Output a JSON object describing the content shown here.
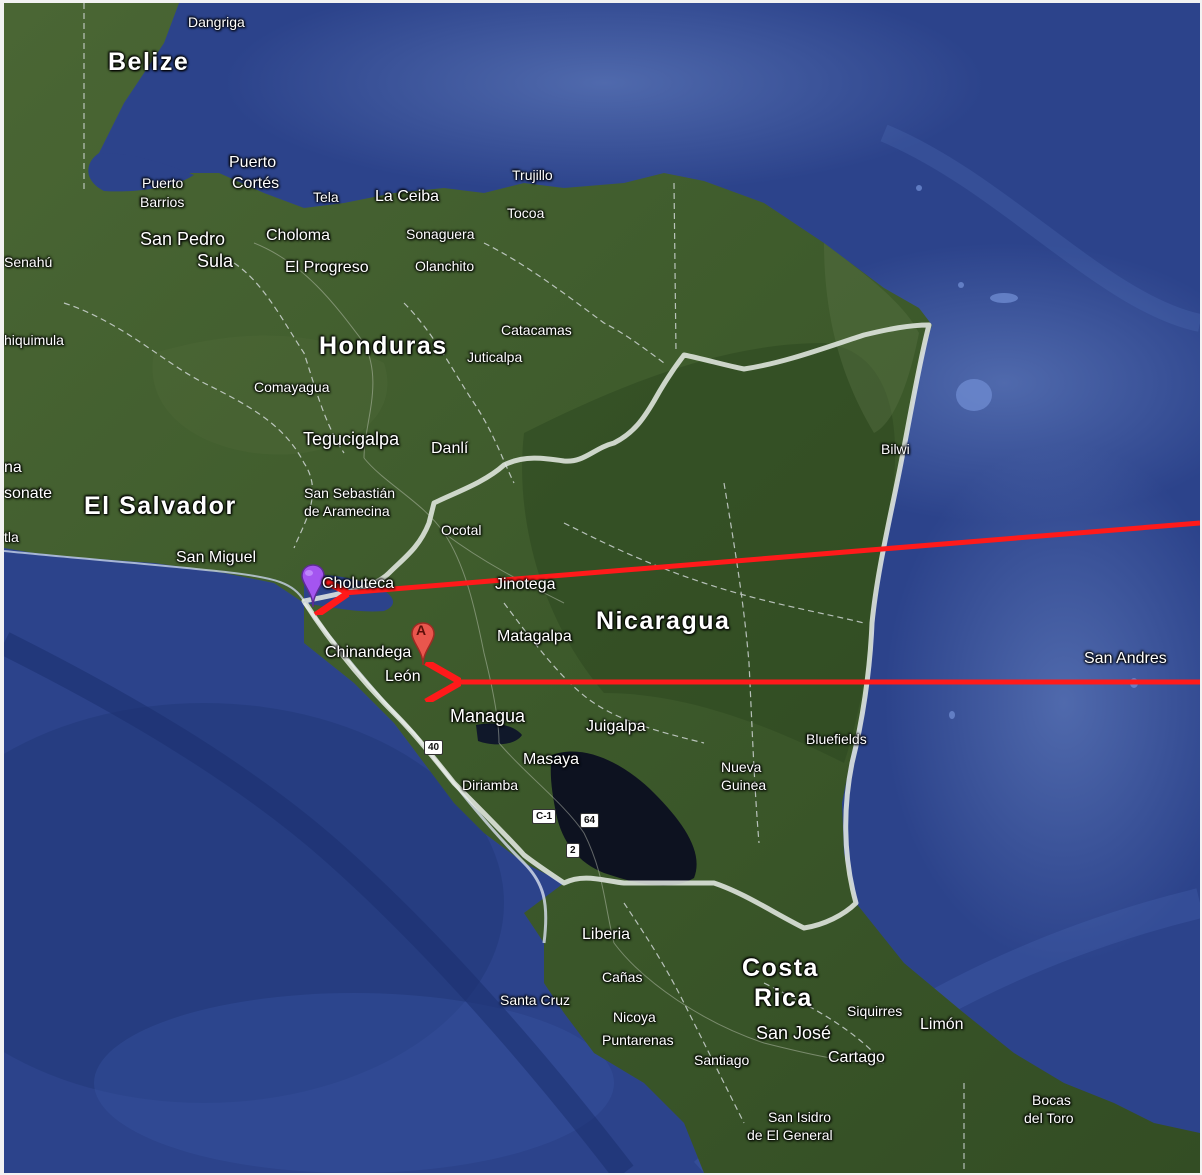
{
  "colors": {
    "ocean_deep": "#2a3f86",
    "ocean_shallow": "#4a67b2",
    "land": "#3e5a2c",
    "land_dark": "#2c431f",
    "lake": "#0d1220",
    "arrow": "#ff1a1a",
    "marker_purple": "#a455f0",
    "marker_red": "#e9564d"
  },
  "countries": {
    "belize": "Belize",
    "honduras": "Honduras",
    "el_salvador": "El Salvador",
    "nicaragua": "Nicaragua",
    "costa_rica_1": "Costa",
    "costa_rica_2": "Rica"
  },
  "cities": {
    "dangriga": "Dangriga",
    "puerto_cortes_1": "Puerto",
    "puerto_cortes_2": "Cortés",
    "puerto_barrios_1": "Puerto",
    "puerto_barrios_2": "Barrios",
    "tela": "Tela",
    "la_ceiba": "La Ceiba",
    "trujillo": "Trujillo",
    "tocoa": "Tocoa",
    "san_pedro_sula_1": "San Pedro",
    "san_pedro_sula_2": "Sula",
    "choloma": "Choloma",
    "sonaguera": "Sonaguera",
    "senahu": "Senahú",
    "el_progreso": "El Progreso",
    "olanchito": "Olanchito",
    "chiquimula": "hiquimula",
    "catacamas": "Catacamas",
    "juticalpa": "Juticalpa",
    "comayagua": "Comayagua",
    "bilwi": "Bilwi",
    "tegucigalpa": "Tegucigalpa",
    "danli": "Danlí",
    "na": "na",
    "sonsonate": "sonate",
    "san_sebastian_1": "San Sebastián",
    "san_sebastian_2": "de Aramecina",
    "ocotal": "Ocotal",
    "tla": "tla",
    "san_miguel": "San Miguel",
    "choluteca": "Choluteca",
    "jinotega": "Jinotega",
    "matagalpa": "Matagalpa",
    "chinandega": "Chinandega",
    "leon": "León",
    "san_andres": "San Andres",
    "managua": "Managua",
    "juigalpa": "Juigalpa",
    "bluefields": "Bluefields",
    "masaya": "Masaya",
    "nueva_guinea_1": "Nueva",
    "nueva_guinea_2": "Guinea",
    "diriamba": "Diriamba",
    "liberia": "Liberia",
    "canas": "Cañas",
    "santa_cruz": "Santa Cruz",
    "nicoya": "Nicoya",
    "siquirres": "Siquirres",
    "limon": "Limón",
    "puntarenas": "Puntarenas",
    "san_jose": "San José",
    "santiago": "Santiago",
    "cartago": "Cartago",
    "san_isidro_1": "San Isidro",
    "san_isidro_2": "de El General",
    "bocas_1": "Bocas",
    "bocas_2": "del Toro"
  },
  "roads": {
    "r40": "40",
    "rc1": "C-1",
    "r64": "64",
    "r2": "2"
  },
  "markers": {
    "marker_a_letter": "A"
  }
}
